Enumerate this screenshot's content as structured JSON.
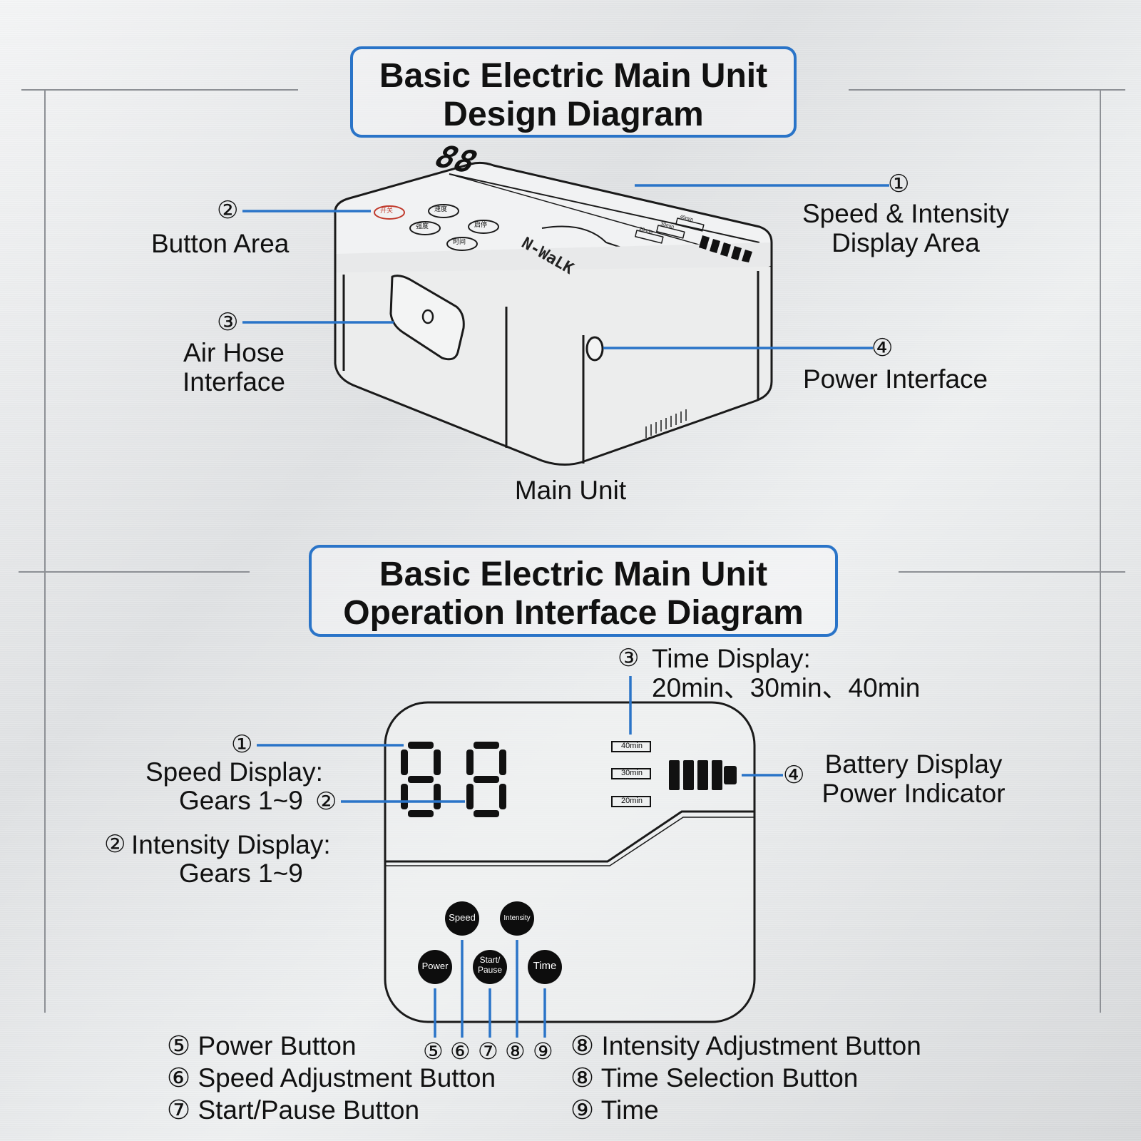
{
  "top": {
    "title_line1": "Basic Electric Main Unit",
    "title_line2": "Design Diagram",
    "callouts": [
      {
        "num": "①",
        "text1": "Speed & Intensity",
        "text2": "Display Area"
      },
      {
        "num": "②",
        "text1": "Button Area"
      },
      {
        "num": "③",
        "text1": "Air Hose",
        "text2": "Interface"
      },
      {
        "num": "④",
        "text1": "Power Interface"
      }
    ],
    "caption": "Main Unit",
    "device": {
      "display_digits": "88",
      "brand": "N-WaLK",
      "buttons": [
        "开关",
        "速度",
        "强度",
        "启停",
        "时间"
      ],
      "time_labels": [
        "40min",
        "30min",
        "20min"
      ]
    }
  },
  "bottom": {
    "title_line1": "Basic Electric Main Unit",
    "title_line2": "Operation Interface Diagram",
    "time_display": {
      "num": "③",
      "line1": "Time Display:",
      "line2": "20min、30min、40min"
    },
    "speed_display": {
      "num": "①",
      "line1": "Speed Display:",
      "line2": "Gears 1~9",
      "num2": "②"
    },
    "intensity_display": {
      "num": "②",
      "line1": "Intensity Display:",
      "line2": "Gears 1~9"
    },
    "battery_display": {
      "num": "④",
      "line1": "Battery Display",
      "line2": "Power Indicator"
    },
    "panel": {
      "digits": "88",
      "time_options": [
        "40min",
        "30min",
        "20min"
      ],
      "buttons": {
        "speed": "Speed",
        "intensity": "Intensity",
        "power": "Power",
        "start_1": "Start/",
        "start_2": "Pause",
        "time": "Time"
      },
      "battery_level": 4
    },
    "button_numbers": [
      "⑤",
      "⑥",
      "⑦",
      "⑧",
      "⑨"
    ],
    "legend_left": [
      {
        "num": "⑤",
        "text": "Power Button"
      },
      {
        "num": "⑥",
        "text": "Speed Adjustment Button"
      },
      {
        "num": "⑦",
        "text": "Start/Pause Button"
      }
    ],
    "legend_right": [
      {
        "num": "⑧",
        "text": "Intensity Adjustment Button"
      },
      {
        "num": "⑧",
        "text": "Time Selection Button"
      },
      {
        "num": "⑨",
        "text": "Time"
      }
    ]
  },
  "colors": {
    "accent": "#2a74c8",
    "ink": "#111111"
  }
}
